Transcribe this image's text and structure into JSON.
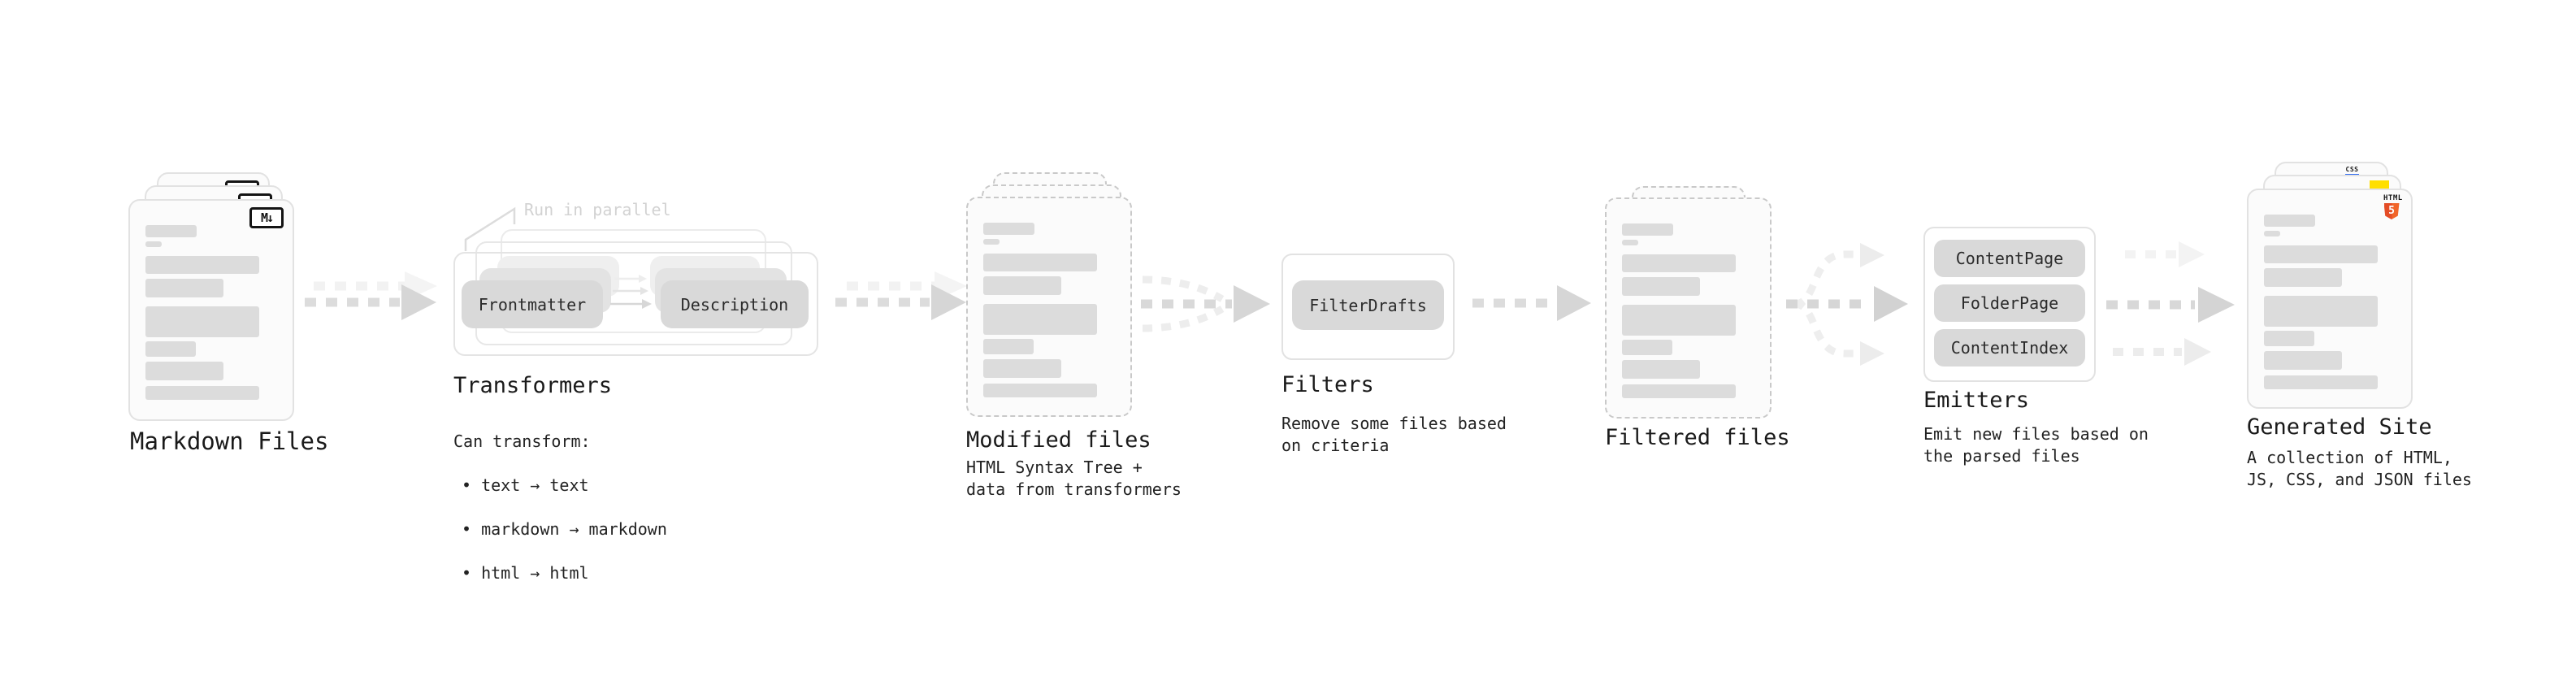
{
  "stages": {
    "markdown": {
      "label": "Markdown Files",
      "icon_label": "M↓"
    },
    "transformers": {
      "title": "Transformers",
      "annotation": "Run in parallel",
      "pill_frontmatter": "Frontmatter",
      "pill_description": "Description",
      "desc_heading": "Can transform:",
      "bullets": [
        "• text → text",
        "• markdown → markdown",
        "• html → html"
      ]
    },
    "modified": {
      "label": "Modified files",
      "description": "HTML Syntax Tree +\ndata from transformers"
    },
    "filters": {
      "title": "Filters",
      "pill": "FilterDrafts",
      "description": "Remove some files based\non criteria"
    },
    "filtered": {
      "label": "Filtered files"
    },
    "emitters": {
      "title": "Emitters",
      "pills": [
        "ContentPage",
        "FolderPage",
        "ContentIndex"
      ],
      "description": "Emit new files based on\nthe parsed files"
    },
    "generated": {
      "label": "Generated Site",
      "description": "A collection of HTML,\nJS, CSS, and JSON files",
      "badges": {
        "html_word": "HTML",
        "html_number": "5",
        "css_word": "CSS"
      }
    }
  },
  "colors": {
    "html5_orange": "#e44d26",
    "js_yellow": "#ffdf00",
    "css_blue": "#2f6bf2",
    "arrow_gray": "#dcdcdc",
    "arrow_ghost_gray": "#f0f0f0",
    "card_border": "#e2e2e2",
    "dashed_border": "#c9c9c9",
    "pill_gray": "#d9d9d9",
    "text_dark": "#1a1a1a",
    "faint_text": "#d2d2d2"
  }
}
